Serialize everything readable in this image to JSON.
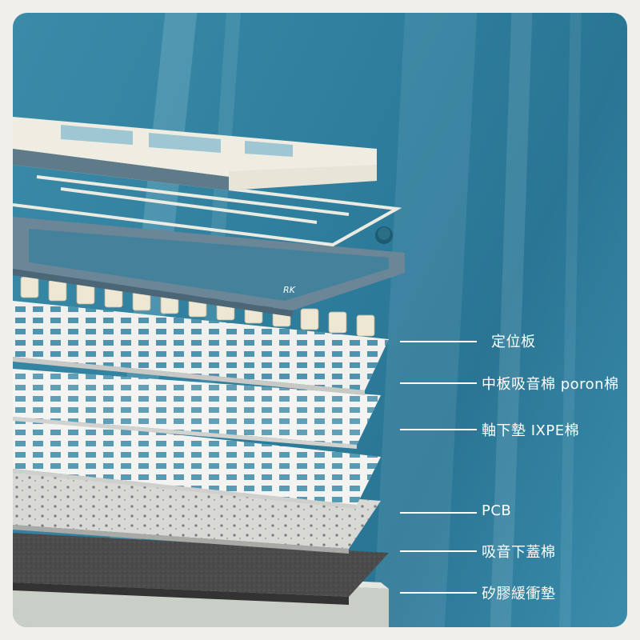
{
  "colors": {
    "background": "#2f7f9e",
    "label_text": "#ffffff",
    "plate_white": "#f1f1ee",
    "pcb_grey": "#d9d9d6",
    "foam_dark": "#4a4a4a",
    "case_blue_grey": "#5d7888",
    "keycap_cream": "#efece1",
    "keycap_blue": "#9ec6d3"
  },
  "layer_labels": [
    {
      "text": "定位板"
    },
    {
      "text": "中板吸音棉 poron棉"
    },
    {
      "text": "軸下墊 IXPE棉"
    },
    {
      "text": "PCB"
    },
    {
      "text": "吸音下蓋棉"
    },
    {
      "text": "矽膠緩衝墊"
    }
  ],
  "brand_mark": {
    "text": "RK"
  }
}
